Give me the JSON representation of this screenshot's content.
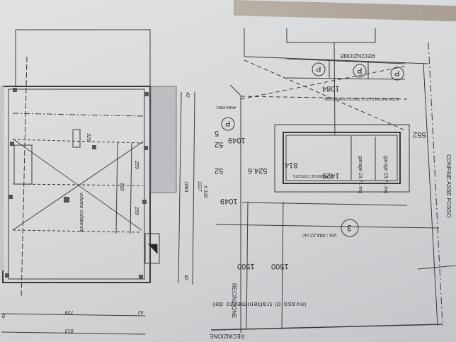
{
  "drawing": {
    "left_plan": {
      "dims": {
        "left_margin": "42",
        "width_inner": "729",
        "right_margin": "42",
        "width_total": "813",
        "height_inner": "1084",
        "height_total": "1117",
        "top_margin": "42",
        "bottom_margin": "42",
        "span_total": "518",
        "span_a": "259",
        "span_b": "259",
        "small_dim": "325"
      },
      "volume_label": "volume collabente",
      "section_mark": "# 100"
    },
    "site_plan": {
      "fence_top": "RECINZIONE",
      "fence_left": "RECINZIONE",
      "fence_bottom": "RECINZIONE",
      "boundary": "CONFINE ASSE FOSSO",
      "dims": {
        "d1084": "1084",
        "d552": "552",
        "d1049a": "1049",
        "d1049b": "1049",
        "d52a": "52",
        "d52b": "52",
        "d5": "5",
        "d524": "524.6",
        "d814": "814",
        "d1429": "1429",
        "d1500a": "1500",
        "d1500b": "1500"
      },
      "garage_1": {
        "label": "garage",
        "area": "19,71 mq"
      },
      "garage_2": {
        "label": "garage",
        "area": "19,71 mq"
      },
      "covered_area": "SUPERFICIE COPERTA",
      "parking_area": "AREA PARCHEGGIO E SPAZIO DI MANOVRA",
      "parking_small": "AREA PARC",
      "parking_symbol": "P",
      "tank_volume": "Vol.=384,22 mc",
      "tank_label": "invaso di trattenimento del",
      "tank_number": "3"
    }
  }
}
